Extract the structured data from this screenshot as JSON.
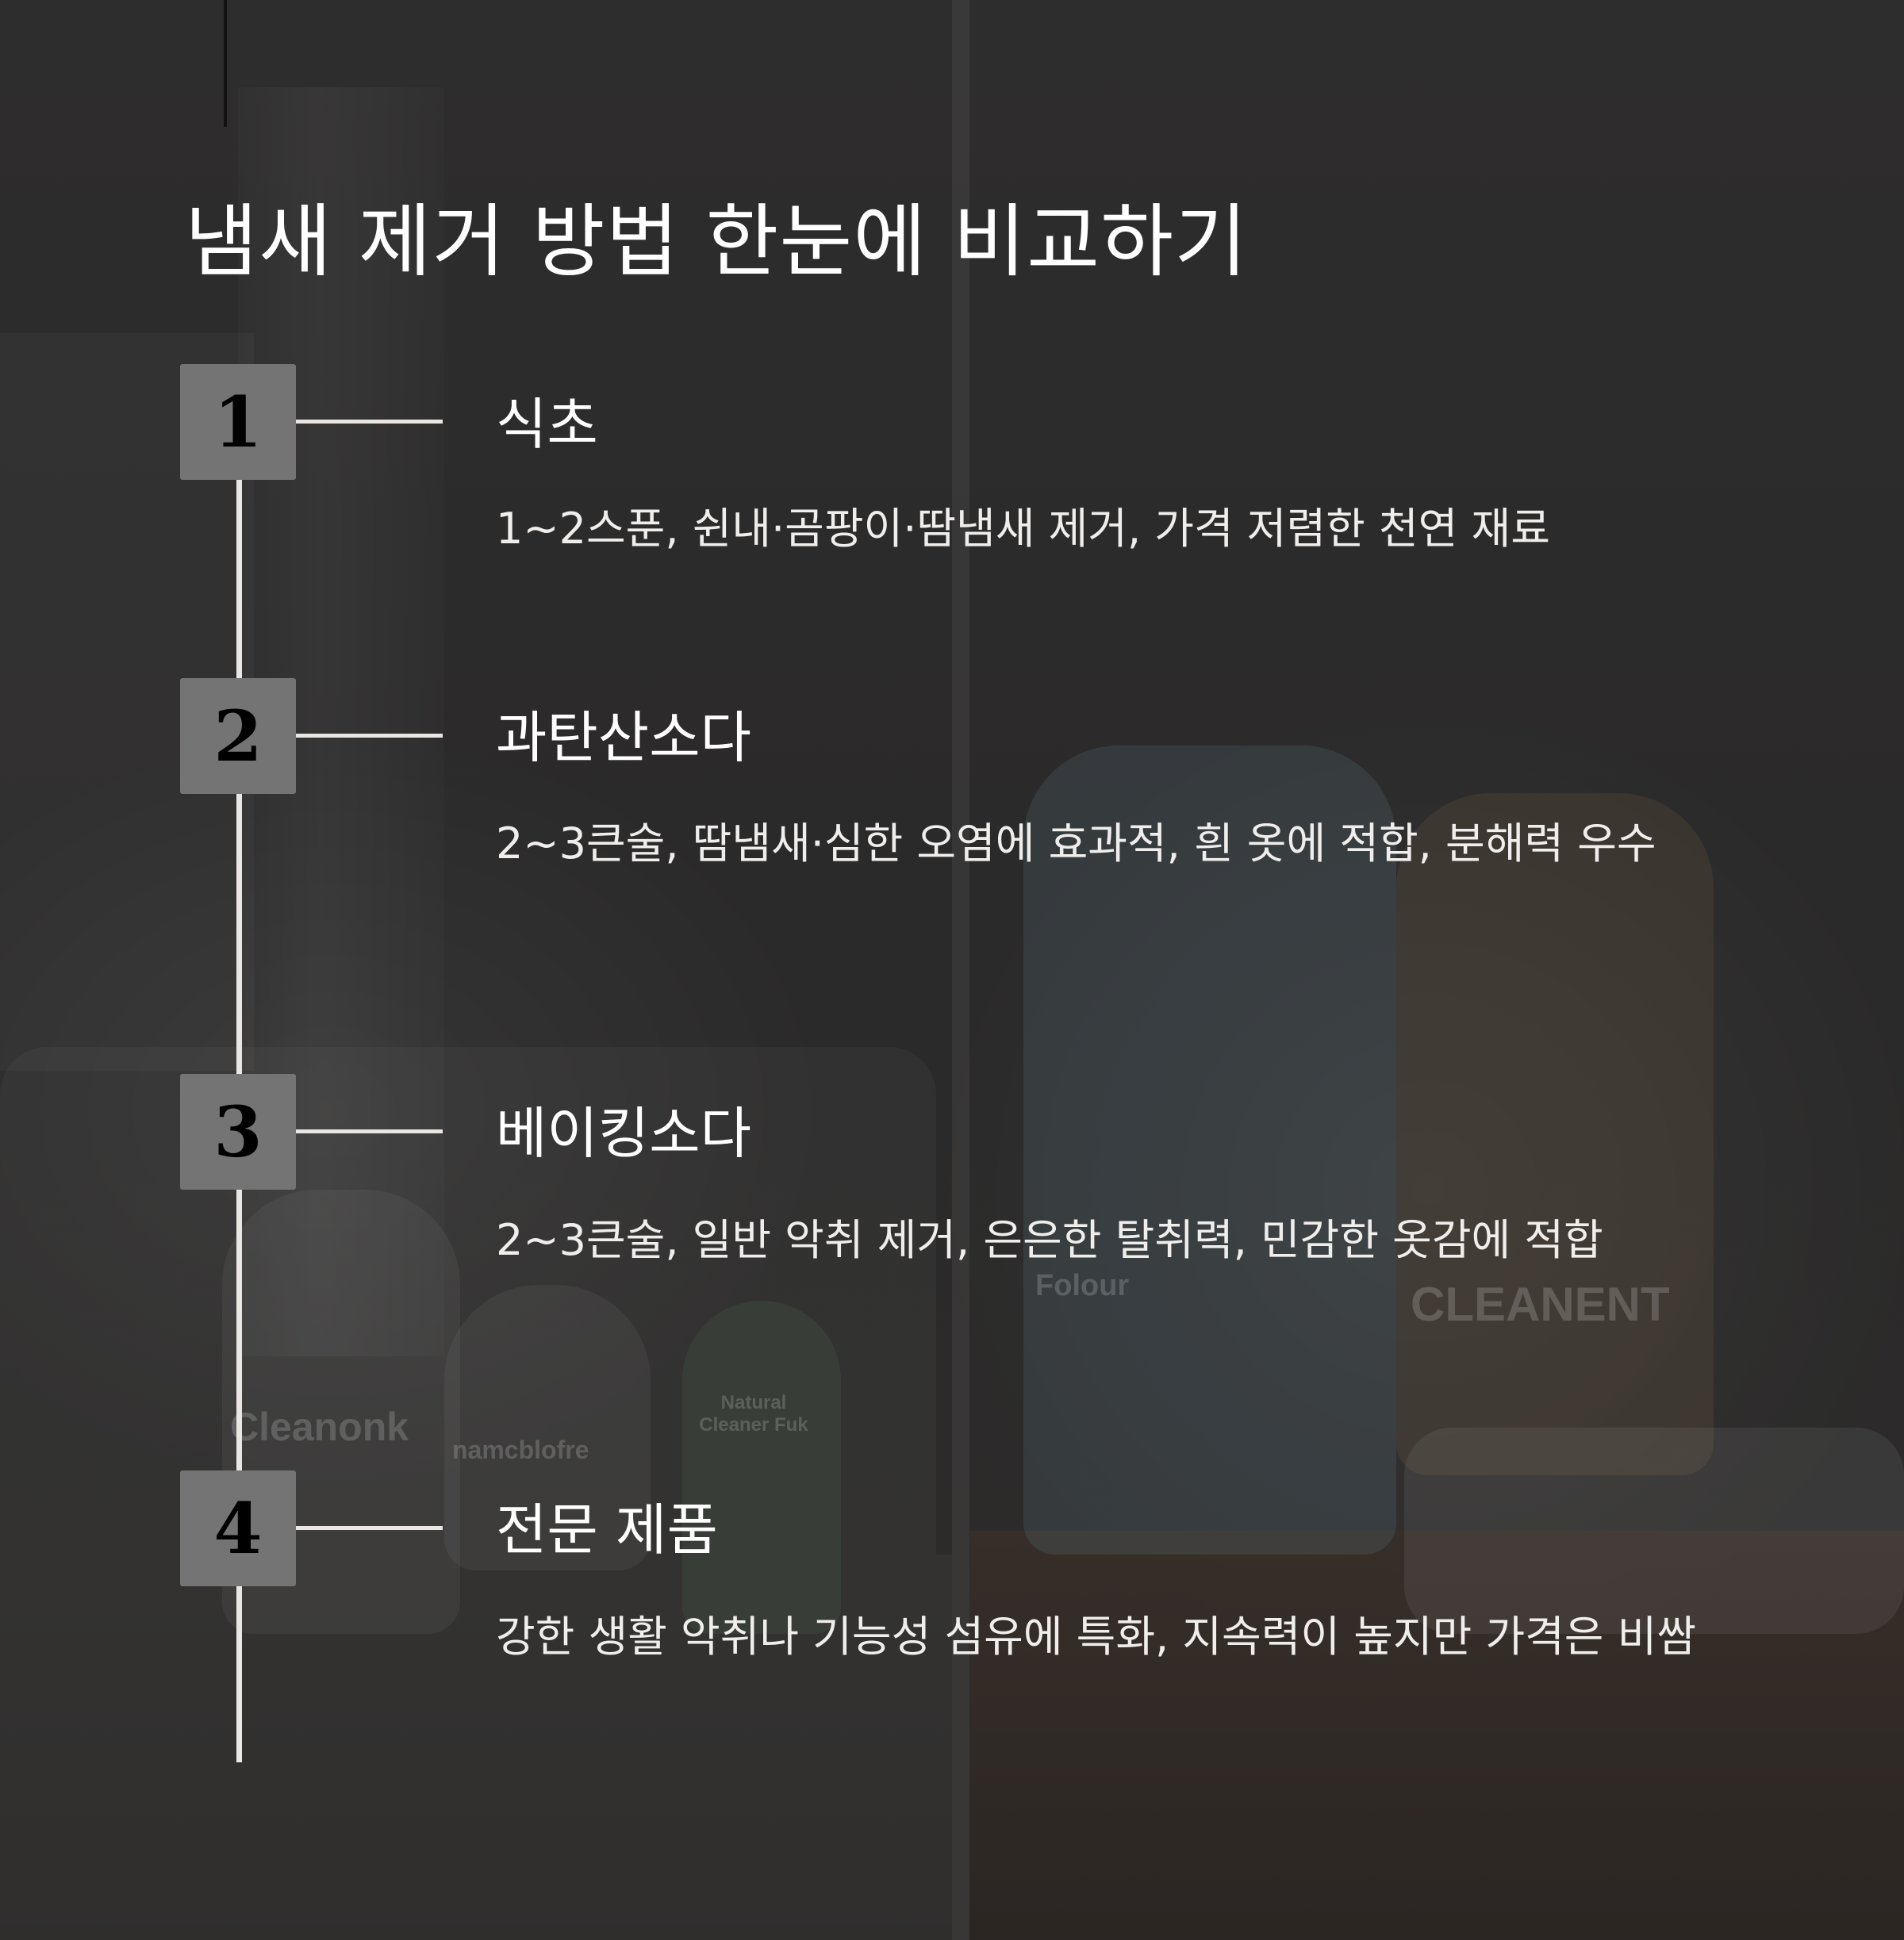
{
  "title": "냄새 제거 방법 한눈에 비교하기",
  "steps": [
    {
      "number": "1",
      "title": "식초",
      "description": "1~2스푼, 쉰내·곰팡이·땀냄새 제거, 가격 저렴한 천연 재료"
    },
    {
      "number": "2",
      "title": "과탄산소다",
      "description": "2~3큰술, 땀냄새·심한 오염에 효과적, 흰 옷에 적합, 분해력 우수"
    },
    {
      "number": "3",
      "title": "베이킹소다",
      "description": "2~3큰술, 일반 악취 제거, 은은한 탈취력, 민감한 옷감에 적합"
    },
    {
      "number": "4",
      "title": "전문 제품",
      "description": "강한 생활 악취나 기능성 섬유에 특화, 지속력이 높지만 가격은 비쌈"
    }
  ],
  "background": {
    "product_labels": [
      "Cleanonk",
      "Folour",
      "CLEANENT",
      "Natural Cleaner Fuk",
      "namcblofre"
    ]
  },
  "colors": {
    "background": "#2a2929",
    "number_box": "#757474",
    "line": "#e9e6e3",
    "text": "#ffffff"
  }
}
